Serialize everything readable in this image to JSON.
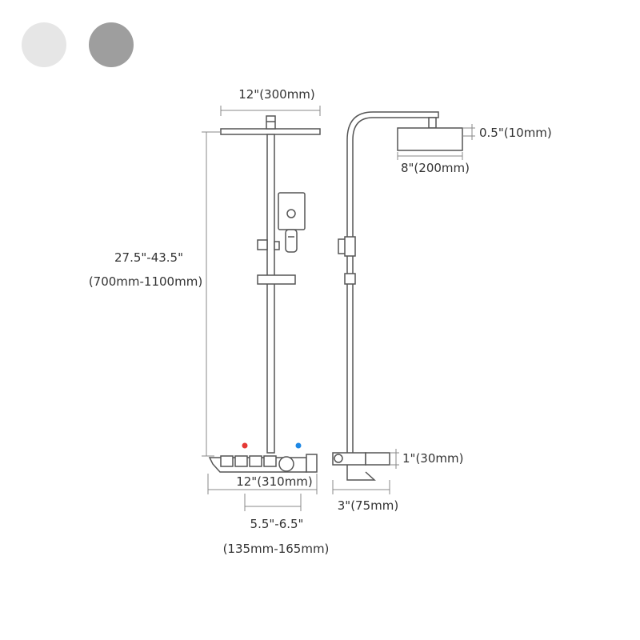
{
  "color_swatches": [
    {
      "name": "light-silver",
      "color": "#e6e6e6"
    },
    {
      "name": "dark-gray",
      "color": "#9e9e9e"
    }
  ],
  "dimensions": {
    "head_width": "12\"(300mm)",
    "height_range": "27.5\"-43.5\"",
    "height_range_mm": "(700mm-1100mm)",
    "head_thickness": "0.5\"(10mm)",
    "side_head_width": "8\"(200mm)",
    "base_depth": "1\"(30mm)",
    "base_width": "12\"(310mm)",
    "base_projection": "3\"(75mm)",
    "inlet_spacing": "5.5\"-6.5\"",
    "inlet_spacing_mm": "(135mm-165mm)"
  },
  "indicator_colors": {
    "hot": "#e53935",
    "cold": "#1e88e5"
  }
}
